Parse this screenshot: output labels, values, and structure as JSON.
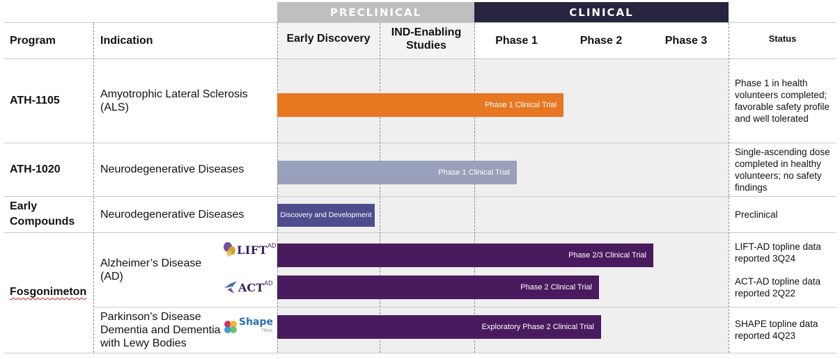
{
  "colors": {
    "preclinical_band": "#bfbfbf",
    "clinical_band": "#252540",
    "bar_ath1105": "#e87722",
    "bar_ath1020": "#98a0bb",
    "bar_early": "#4f4c8e",
    "bar_fosgonimeton": "#4a1a5e"
  },
  "stages": {
    "preclinical": "PRECLINICAL",
    "clinical": "CLINICAL"
  },
  "headers": {
    "program": "Program",
    "indication": "Indication",
    "early_discovery": "Early Discovery",
    "ind_enabling": "IND-Enabling Studies",
    "phase1": "Phase 1",
    "phase2": "Phase 2",
    "phase3": "Phase 3",
    "status": "Status"
  },
  "rows": [
    {
      "program": "ATH-1105",
      "indication": "Amyotrophic Lateral Sclerosis (ALS)",
      "bar_label": "Phase 1 Clinical Trial",
      "progress_stage": "Phase 1",
      "status": "Phase 1 in health volunteers completed; favorable safety profile and well tolerated"
    },
    {
      "program": "ATH-1020",
      "indication": "Neurodegenerative Diseases",
      "bar_label": "Phase 1 Clinical Trial",
      "progress_stage": "Phase 1",
      "status": "Single-ascending dose completed in healthy volunteers; no safety findings"
    },
    {
      "program": "Early Compounds",
      "indication": "Neurodegenerative Diseases",
      "bar_label": "Discovery and Development",
      "progress_stage": "Early Discovery",
      "status": "Preclinical"
    },
    {
      "program": "Fosgonimeton",
      "indications": [
        {
          "indication": "Alzheimer’s Disease (AD)",
          "trials": [
            {
              "logo": "LIFT",
              "logo_sup": "AD",
              "logo_icon": "lift-ad-logo-icon",
              "bar_label": "Phase 2/3 Clinical Trial",
              "progress_stage": "Phase 2/3",
              "status": "LIFT-AD topline data reported 3Q24"
            },
            {
              "logo": "ACT",
              "logo_sup": "AD",
              "logo_icon": "act-ad-logo-icon",
              "bar_label": "Phase 2 Clinical Trial",
              "progress_stage": "Phase 2",
              "status": "ACT-AD topline data reported 2Q22"
            }
          ]
        },
        {
          "indication": "Parkinson’s Disease Dementia and Dementia with Lewy Bodies",
          "trials": [
            {
              "logo": "Shape",
              "logo_sub": "TRIAL",
              "logo_icon": "shape-logo-icon",
              "bar_label": "Exploratory Phase 2 Clinical Trial",
              "progress_stage": "Phase 2",
              "status": "SHAPE topline data reported 4Q23"
            }
          ]
        }
      ]
    }
  ]
}
